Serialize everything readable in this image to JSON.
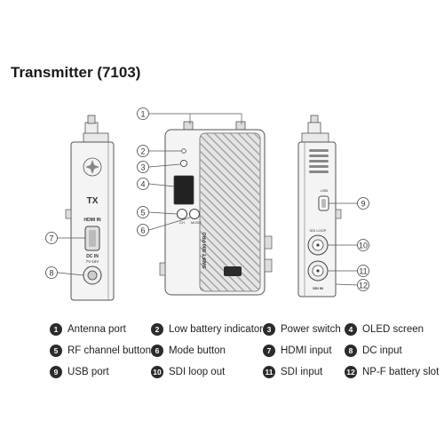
{
  "title": "Transmitter (7103)",
  "device": {
    "tx_mark": "TX",
    "hdmi_in": "HDMI IN",
    "dc_in": "DC IN",
    "dc_voltage": "7V-16V",
    "brand_vertical": "SWIFT 800 PRO",
    "ch_button": "CH",
    "mode_button": "MODE",
    "usb_label": "USB",
    "sdi_loop_label": "SDI LOOP",
    "sdi_in_label": "SDI IN"
  },
  "callouts": [
    "1",
    "2",
    "3",
    "4",
    "5",
    "6",
    "7",
    "8",
    "9",
    "10",
    "11",
    "12"
  ],
  "legend": [
    {
      "num": "1",
      "label": "Antenna port"
    },
    {
      "num": "2",
      "label": "Low battery indicator"
    },
    {
      "num": "3",
      "label": "Power switch"
    },
    {
      "num": "4",
      "label": "OLED screen"
    },
    {
      "num": "5",
      "label": "RF channel button"
    },
    {
      "num": "6",
      "label": "Mode button"
    },
    {
      "num": "7",
      "label": "HDMI input"
    },
    {
      "num": "8",
      "label": "DC input"
    },
    {
      "num": "9",
      "label": "USB port"
    },
    {
      "num": "10",
      "label": "SDI loop out"
    },
    {
      "num": "11",
      "label": "SDI input"
    },
    {
      "num": "12",
      "label": "NP-F battery slot"
    }
  ],
  "colors": {
    "line": "#555555",
    "body": "#f4f4f4",
    "badge": "#2b2b2b"
  }
}
